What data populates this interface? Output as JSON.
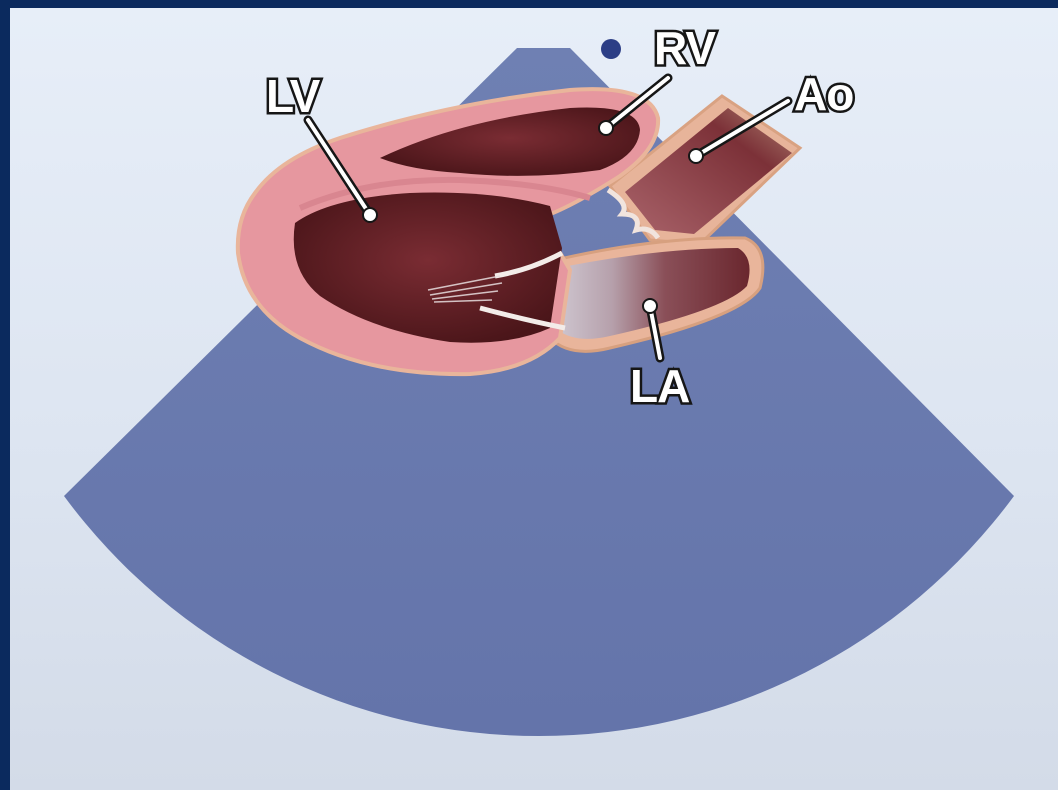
{
  "labels": {
    "lv": "LV",
    "rv": "RV",
    "ao": "Ao",
    "la": "LA"
  },
  "colors": {
    "frame": "#0b2a5e",
    "background": "#e4ebf5",
    "ultrasound_sector": "#6c7db0",
    "myocardium": "#e49aa2",
    "chamber": "#5a1d22",
    "label_text": "#ffffff",
    "label_outline": "#161616"
  }
}
